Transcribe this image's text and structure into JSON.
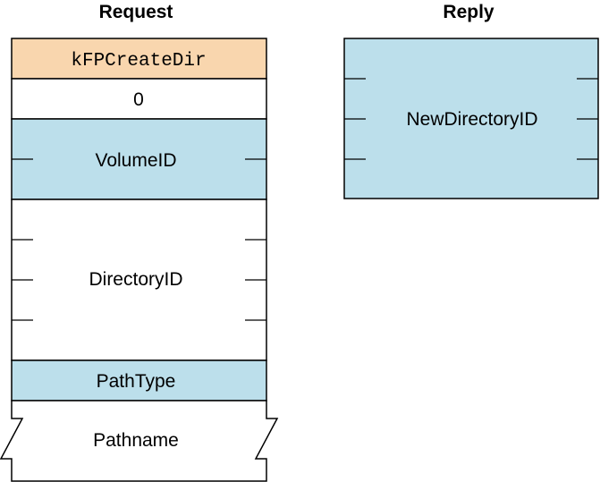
{
  "request": {
    "title": "Request",
    "fields": {
      "command": "kFPCreateDir",
      "pad": "0",
      "volume_id": "VolumeID",
      "directory_id": "DirectoryID",
      "path_type": "PathType",
      "pathname": "Pathname"
    }
  },
  "reply": {
    "title": "Reply",
    "fields": {
      "new_directory_id": "NewDirectoryID"
    }
  },
  "colors": {
    "command_fill": "#f9d6ae",
    "field_fill": "#bcdfeb",
    "blank_fill": "#ffffff",
    "stroke": "#000000"
  }
}
